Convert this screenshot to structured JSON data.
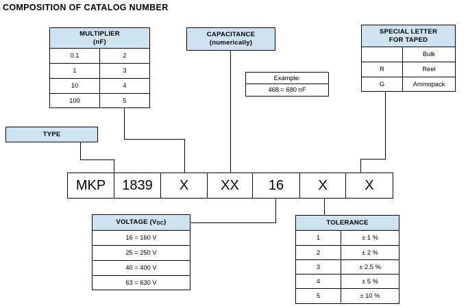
{
  "title": "COMPOSITION OF CATALOG NUMBER",
  "accent_color": "#cfe2f0",
  "line_color": "#000000",
  "multiplier_table": {
    "header_line1": "MULTIPLIER",
    "header_line2": "(nF)",
    "rows": [
      {
        "value": "0.1",
        "code": "2"
      },
      {
        "value": "1",
        "code": "3"
      },
      {
        "value": "10",
        "code": "4"
      },
      {
        "value": "100",
        "code": "5"
      }
    ]
  },
  "capacitance_box": {
    "header_line1": "CAPACITANCE",
    "header_line2": "(numerically)"
  },
  "example_table": {
    "header": "Example:",
    "row": "468 = 680 nF"
  },
  "special_letter_table": {
    "header_line1": "SPECIAL LETTER",
    "header_line2": "FOR TAPED",
    "rows": [
      {
        "code": "",
        "label": "Bulk"
      },
      {
        "code": "R",
        "label": "Reel"
      },
      {
        "code": "G",
        "label": "Ammopack"
      }
    ]
  },
  "type_box": {
    "label": "TYPE"
  },
  "catalog_row": {
    "cells": [
      {
        "text": "MKP",
        "width": 68
      },
      {
        "text": "1839",
        "width": 68
      },
      {
        "text": "X",
        "width": 68
      },
      {
        "text": "XX",
        "width": 66
      },
      {
        "text": "16",
        "width": 69
      },
      {
        "text": "X",
        "width": 67
      },
      {
        "text": "X",
        "width": 68
      }
    ]
  },
  "voltage_table": {
    "header_prefix": "VOLTAGE (V",
    "header_sub": "DC",
    "header_suffix": ")",
    "rows": [
      "16 = 160 V",
      "25 = 250 V",
      "40 = 400 V",
      "63 = 630 V"
    ]
  },
  "tolerance_table": {
    "header": "TOLERANCE",
    "rows": [
      {
        "code": "1",
        "value": "± 1 %"
      },
      {
        "code": "2",
        "value": "± 2 %"
      },
      {
        "code": "3",
        "value": "± 2.5 %"
      },
      {
        "code": "4",
        "value": "± 5 %"
      },
      {
        "code": "5",
        "value": "± 10 %"
      }
    ]
  }
}
